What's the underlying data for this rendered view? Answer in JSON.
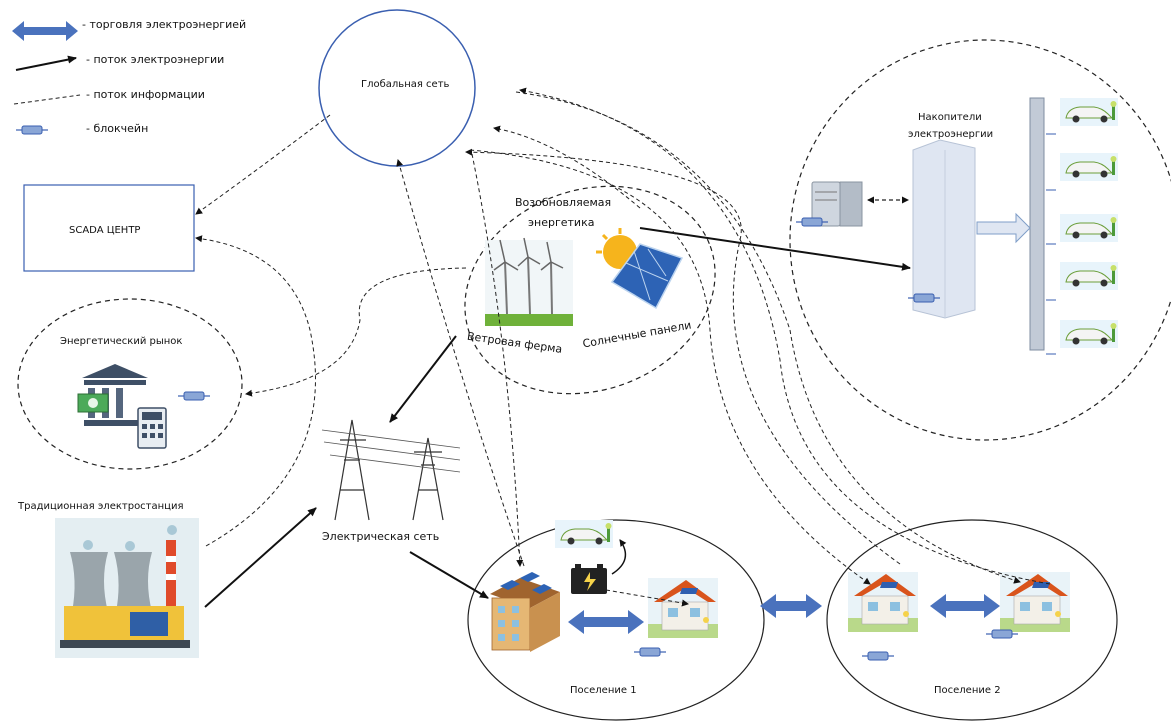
{
  "legend": {
    "trade": "- торговля электроэнергией",
    "flow": "- поток электроэнергии",
    "info": "- поток информации",
    "blockchain": "- блокчейн"
  },
  "nodes": {
    "global_net": "Глобальная сеть",
    "scada": "SCADA ЦЕНТР",
    "market": "Энергетический рынок",
    "renewable_line1": "Возобновляемая",
    "renewable_line2": "энергетика",
    "wind_farm": "Ветровая ферма",
    "solar": "Солнечные панели",
    "storage_line1": "Накопители",
    "storage_line2": "электроэнергии",
    "traditional_plant": "Традиционная электростанция",
    "grid": "Электрическая сеть",
    "settlement1": "Поселение 1",
    "settlement2": "Поселение 2"
  },
  "colors": {
    "trade_arrow": "#4a72bd",
    "global_circle": "#3a5fb0",
    "dashed": "#222222",
    "storage_tower": "#dfe6f2",
    "roof": "#d9541c"
  },
  "icons": [
    "wind-turbine-icon",
    "solar-panel-icon",
    "bank-icon",
    "calculator-icon",
    "server-icon",
    "battery-icon",
    "electric-car-icon",
    "house-icon",
    "building-icon",
    "power-plant-icon",
    "transmission-tower-icon",
    "blockchain-icon"
  ]
}
